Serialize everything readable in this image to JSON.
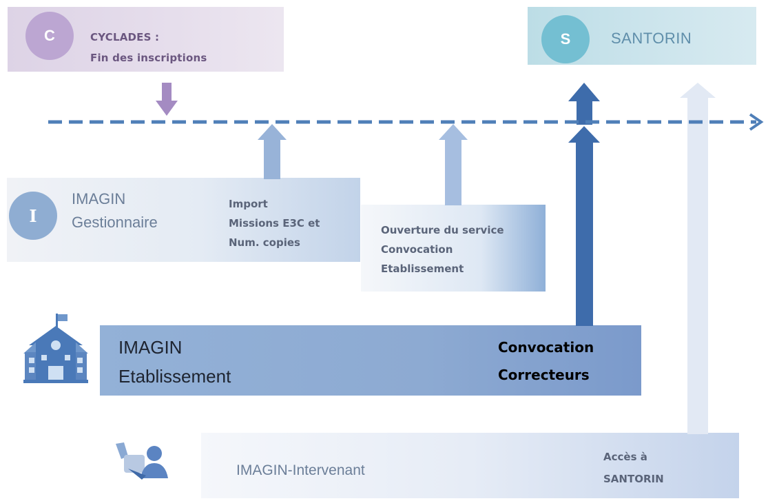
{
  "cyclades": {
    "letter": "C",
    "line1": "CYCLADES :",
    "line2": "Fin des inscriptions"
  },
  "santorin": {
    "letter": "S",
    "title": "SANTORIN"
  },
  "gestionnaire": {
    "letter": "I",
    "title_line1": "IMAGIN",
    "title_line2": "Gestionnaire",
    "import_line1": "Import",
    "import_line2": "Missions E3C et",
    "import_line3": "Num. copies"
  },
  "ouverture": {
    "line1": "Ouverture du service",
    "line2": "Convocation",
    "line3": "Etablissement"
  },
  "etablissement": {
    "title_line1": "IMAGIN",
    "title_line2": "Etablissement",
    "conv_line1": "Convocation",
    "conv_line2": "Correcteurs"
  },
  "intervenant": {
    "title": "IMAGIN-Intervenant",
    "acces_line1": "Accès à",
    "acces_line2": "SANTORIN"
  },
  "icons": {
    "school": "school-building-icon",
    "intervenant": "user-pen-icon"
  },
  "colors": {
    "timeline": "#4f7fb8",
    "cyclades_arrow": "#a48bc2",
    "import_arrow": "#98b3d8",
    "dark_arrow": "#3e6cab",
    "access_arrow": "#e2e9f4"
  }
}
